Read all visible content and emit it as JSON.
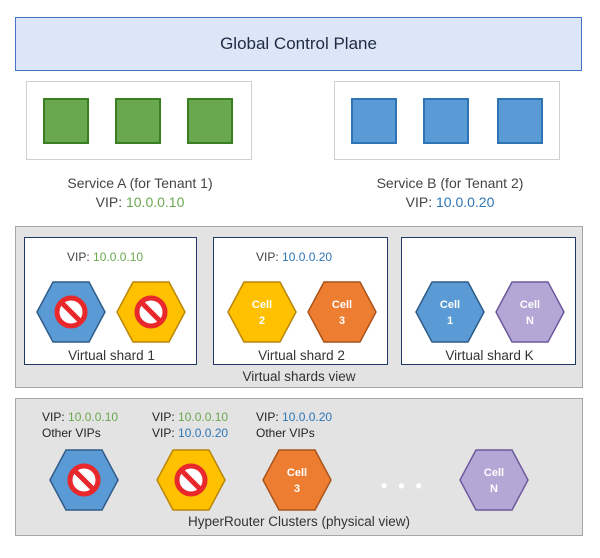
{
  "global_control_plane": {
    "label": "Global Control Plane"
  },
  "services": [
    {
      "title": "Service A (for Tenant 1)",
      "vip_label": "VIP:",
      "vip": "10.0.0.10",
      "color": "#6aa84f"
    },
    {
      "title": "Service B (for Tenant 2)",
      "vip_label": "VIP:",
      "vip": "10.0.0.20",
      "color": "#2e75b6"
    }
  ],
  "virtual_view": {
    "title": "Virtual shards view",
    "shards": [
      {
        "name": "Virtual shard 1",
        "vip_label": "VIP:",
        "vip": "10.0.0.10",
        "cells": [
          "blocked",
          "blocked"
        ]
      },
      {
        "name": "Virtual shard 2",
        "vip_label": "VIP:",
        "vip": "10.0.0.20",
        "cells": [
          {
            "line1": "Cell",
            "line2": "2"
          },
          {
            "line1": "Cell",
            "line2": "3"
          }
        ]
      },
      {
        "name": "Virtual shard K",
        "cells": [
          {
            "line1": "Cell",
            "line2": "1"
          },
          {
            "line1": "Cell",
            "line2": "N"
          }
        ]
      }
    ]
  },
  "physical_view": {
    "title": "HyperRouter Clusters (physical view)",
    "columns": [
      {
        "vip_label": "VIP:",
        "vip1": "10.0.0.10",
        "other": "Other VIPs"
      },
      {
        "vip_label": "VIP:",
        "vip1": "10.0.0.10",
        "vip_label2": "VIP:",
        "vip2": "10.0.0.20"
      },
      {
        "vip_label": "VIP:",
        "vip1": "10.0.0.20",
        "other": "Other VIPs"
      }
    ],
    "cells": [
      {
        "line1": "Cell",
        "line2": "3"
      },
      {
        "line1": "Cell",
        "line2": "N"
      }
    ],
    "ellipsis": "• • •"
  },
  "colors": {
    "blue_hex": "#5b9bd5",
    "yellow_hex": "#ffc000",
    "orange_hex": "#ed7d31",
    "purple_hex": "#b4a7d6",
    "green": "#6aa84f",
    "blue": "#2e75b6",
    "block_red": "#e8282a"
  },
  "icons": [
    "blocked-icon"
  ]
}
